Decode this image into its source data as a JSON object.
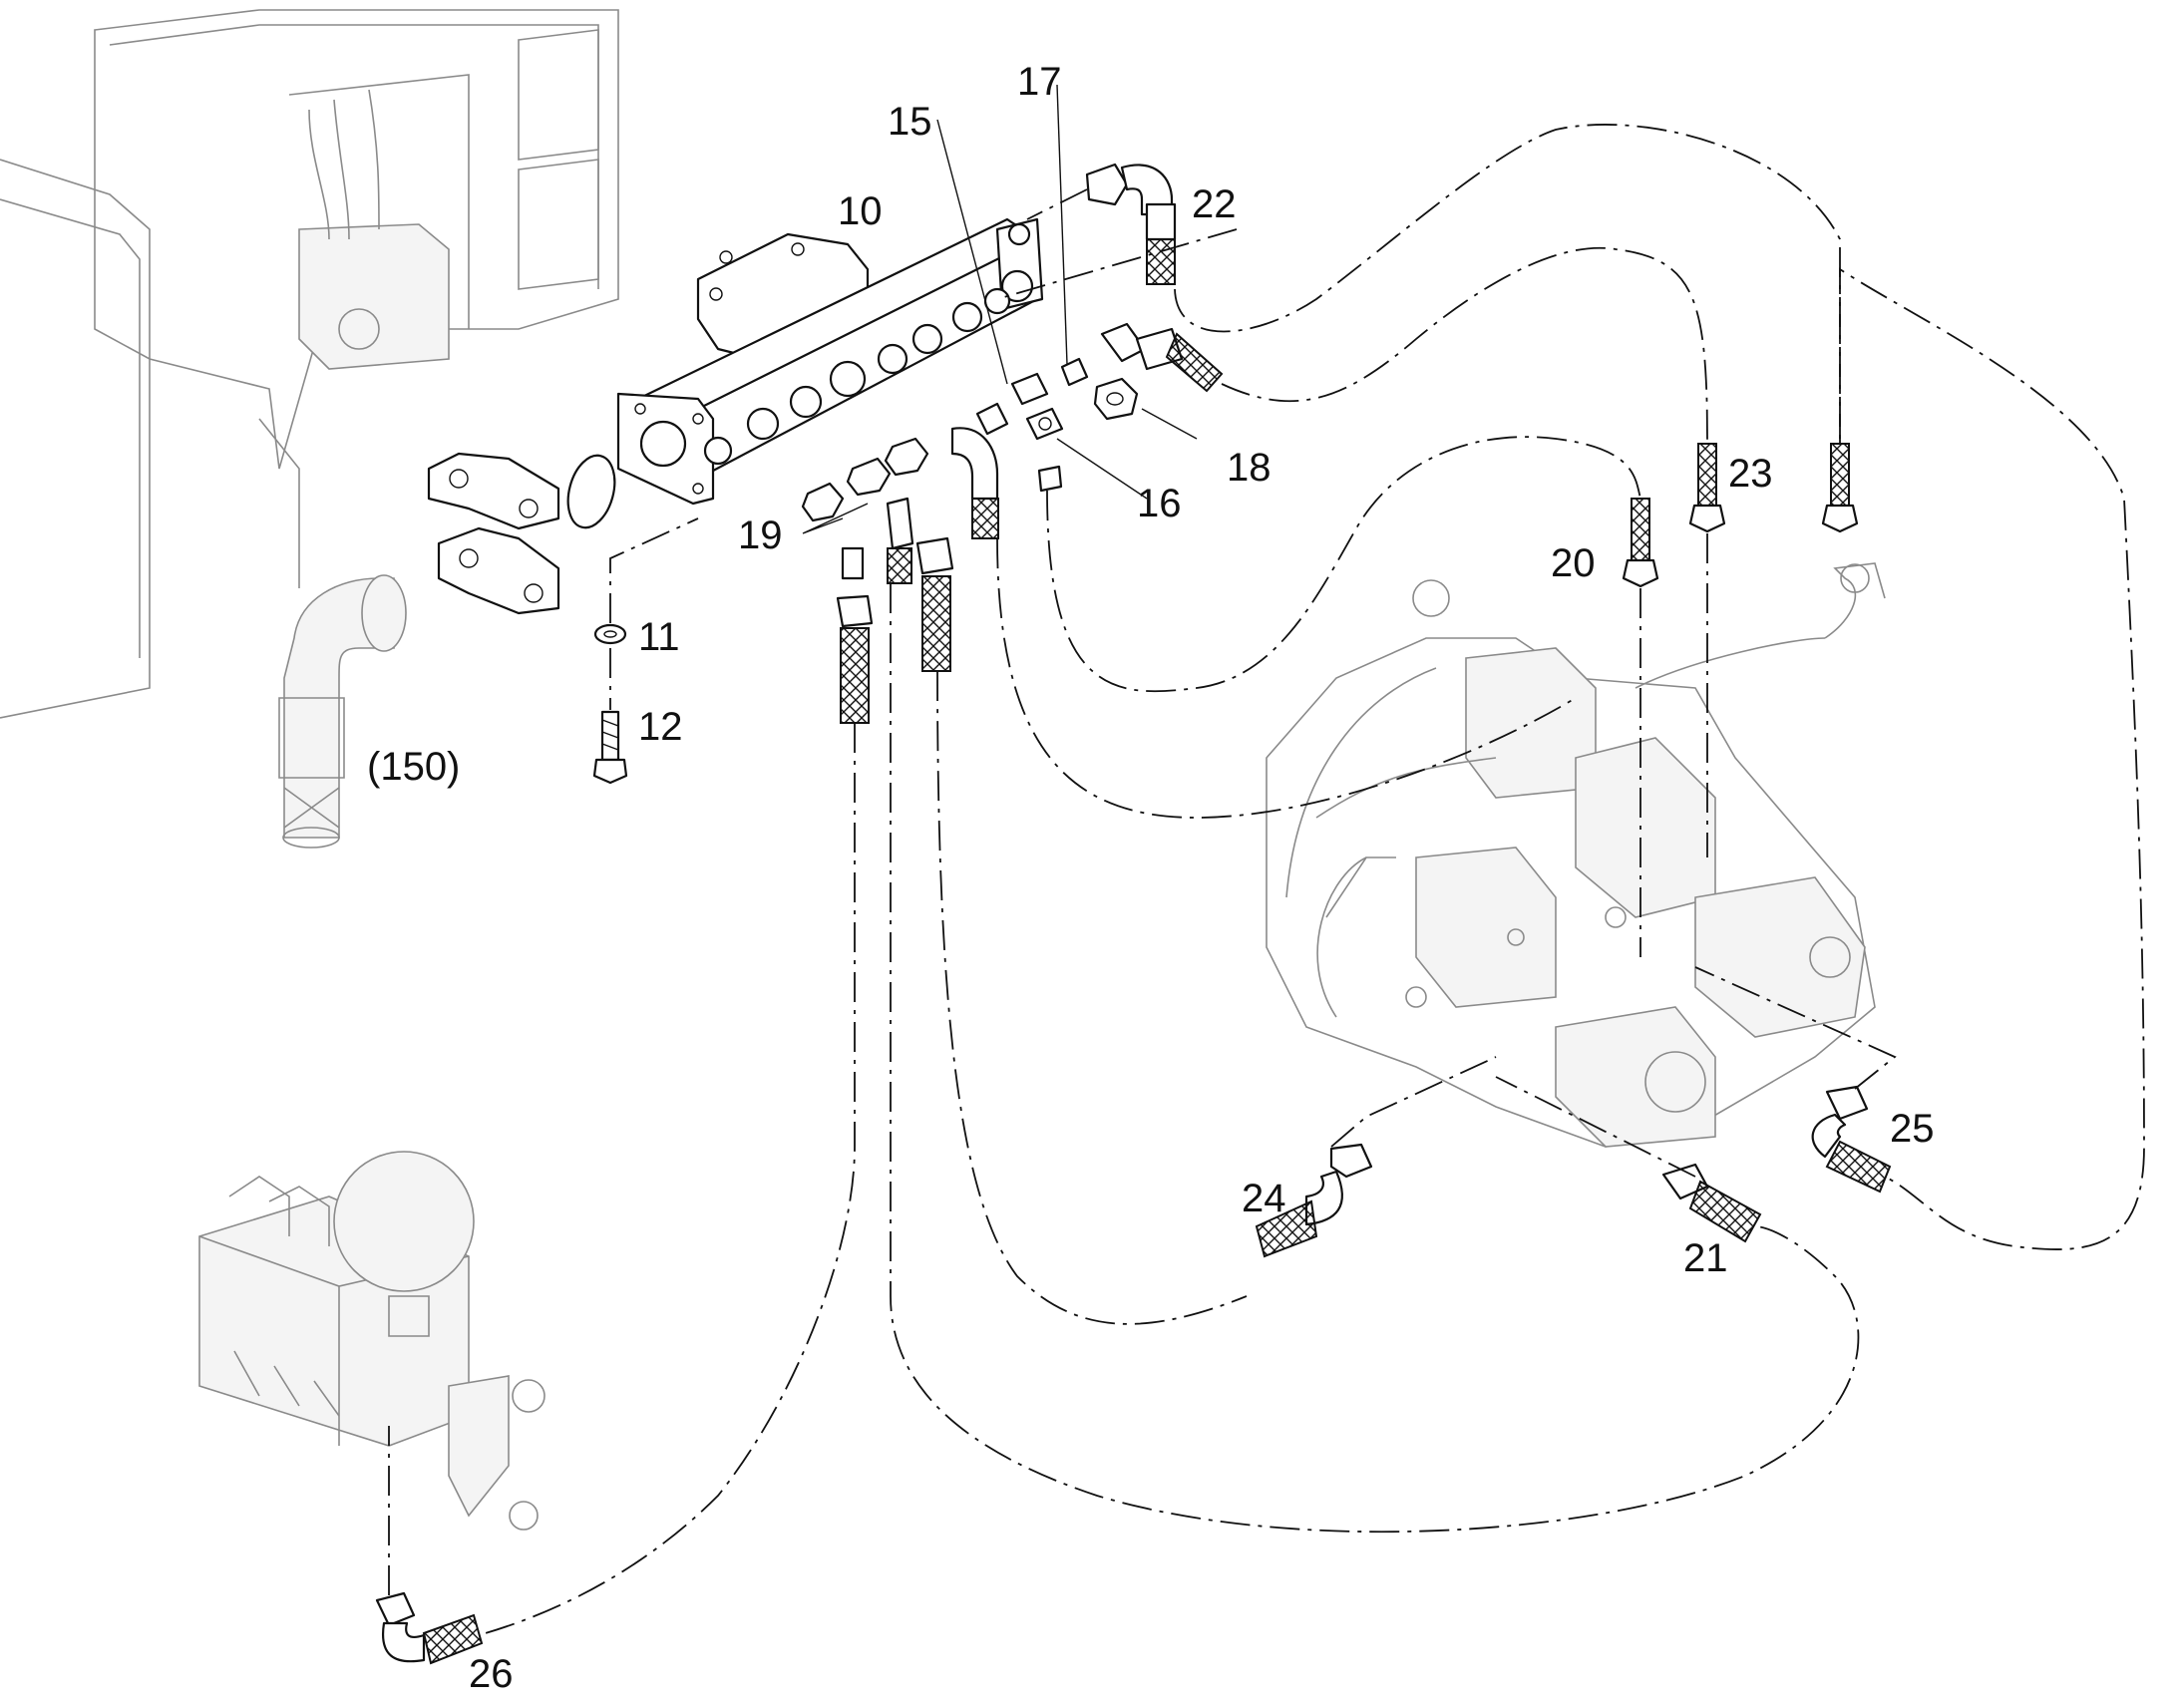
{
  "callouts": {
    "p10": "10",
    "p11": "11",
    "p12": "12",
    "p15": "15",
    "p16": "16",
    "p17": "17",
    "p18": "18",
    "p19": "19",
    "p20": "20",
    "p21": "21",
    "p22": "22",
    "p23": "23",
    "p24": "24",
    "p25": "25",
    "p26": "26",
    "p150": "(150)"
  }
}
